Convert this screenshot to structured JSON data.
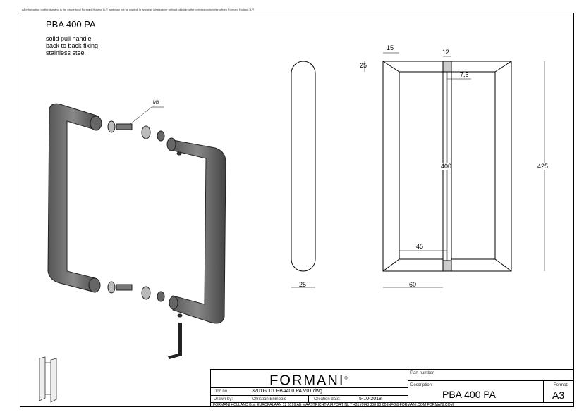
{
  "header": {
    "disclaimer": "All information on the drawing is the property of Formani Holland B.V. and may not be copied, in any way whatsoever without obtaining the permission in writing from Formani Holland B.V.",
    "title": "PBA 400 PA",
    "description_lines": [
      "solid pull handle",
      "back to back fixing",
      "stainless steel"
    ]
  },
  "dimensions": {
    "m8": "M8",
    "d15": "15",
    "d12": "12",
    "d25_top": "25",
    "d7_5": "7,5",
    "d400": "400",
    "d425": "425",
    "d45": "45",
    "d25_bottom": "25",
    "d60": "60"
  },
  "title_block": {
    "brand": "FORMANI",
    "registered": "®",
    "doc_no_label": "Doc no.:",
    "doc_no": "3701G001 PBA400 PA V01.dwg",
    "drawn_by_label": "Drawn by:",
    "drawn_by": "Christian Brimbois",
    "creation_date_label": "Creation date:",
    "creation_date": "5-10-2018",
    "part_number_label": "Part number:",
    "description_label": "Description:",
    "description": "PBA 400 PA",
    "format_label": "Format:",
    "format": "A3",
    "footer": "FORMANI HOLLAND B.V.  EUROPALAAN 12  6199 AB MAASTRICHT-AIRPORT NL  T +31 (0)43 308 90 00 INFO@FORMANI.COM FORMANI.COM"
  }
}
